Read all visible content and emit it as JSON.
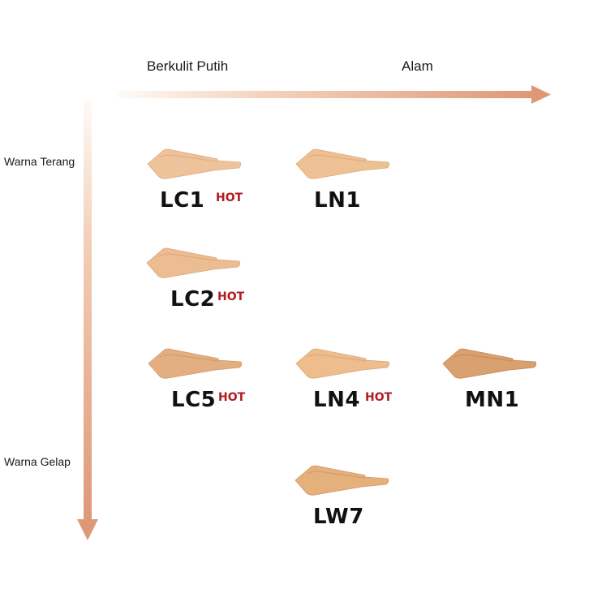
{
  "axes": {
    "x_start_label": "Berkulit Putih",
    "x_end_label": "Alam",
    "y_start_label": "Warna Terang",
    "y_end_label": "Warna Gelap",
    "arrow_color": "#de9878",
    "arrow_fade_color": "#fdf3ec"
  },
  "hot_badge_color": "#b01c22",
  "shades": [
    {
      "code": "LC1",
      "hot": "HOT",
      "color": "#eec29a",
      "edge": "#dcab82"
    },
    {
      "code": "LN1",
      "hot": "",
      "color": "#edc194",
      "edge": "#d9a97b"
    },
    {
      "code": "LC2",
      "hot": "HOT",
      "color": "#ebbd90",
      "edge": "#d8a67a"
    },
    {
      "code": "LC5",
      "hot": "HOT",
      "color": "#e3ae82",
      "edge": "#cf9769"
    },
    {
      "code": "LN4",
      "hot": "HOT",
      "color": "#eebd8e",
      "edge": "#d9a676"
    },
    {
      "code": "MN1",
      "hot": "",
      "color": "#d9a070",
      "edge": "#c28858"
    },
    {
      "code": "LW7",
      "hot": "",
      "color": "#e4b07c",
      "edge": "#ce9864"
    }
  ]
}
